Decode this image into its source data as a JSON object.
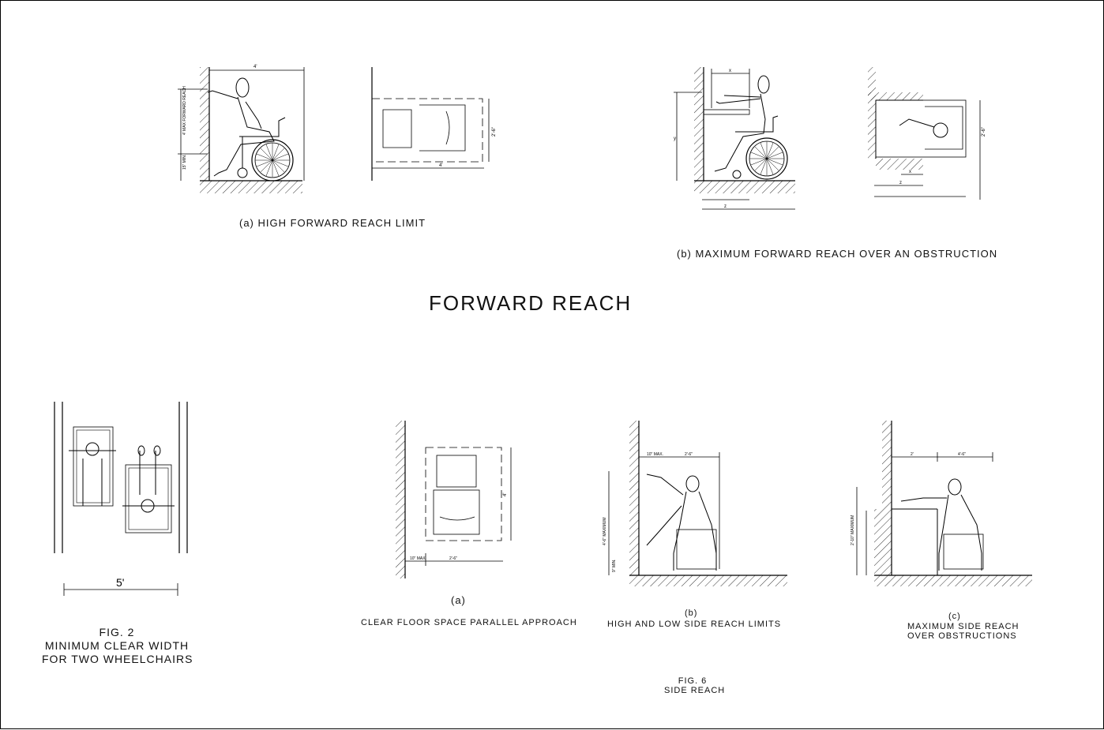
{
  "drawing": {
    "title": "FORWARD REACH",
    "captions": {
      "fr_a": "(a)  HIGH  FORWARD  REACH  LIMIT",
      "fr_b": "(b)  MAXIMUM  FORWARD  REACH  OVER  AN  OBSTRUCTION",
      "fig2_line1": "FIG.  2",
      "fig2_line2": "MINIMUM  CLEAR  WIDTH",
      "fig2_line3": "FOR  TWO  WHEELCHAIRS",
      "sr_a_mark": "(a)",
      "sr_a": "CLEAR  FLOOR  SPACE    PARALLEL  APPROACH",
      "sr_b_mark": "(b)",
      "sr_b": "HIGH  AND  LOW      SIDE  REACH  LIMITS",
      "sr_c_mark": "(c)",
      "sr_c_line1": "MAXIMUM  SIDE  REACH",
      "sr_c_line2": "OVER  OBSTRUCTIONS",
      "fig6_line1": "FIG.  6",
      "fig6_line2": "SIDE  REACH"
    },
    "dims": {
      "d_4ft": "4'",
      "d_48max": "4' MAX FORWARD REACH",
      "d_15min": "15\" MIN.",
      "d_2_6": "2'-6\"",
      "d_x": "x",
      "d_y": "y",
      "d_z": "z",
      "d_5ft": "5'",
      "d_10max": "10\" MAX.",
      "d_54max": "4'-6\" MAXIMUM",
      "d_9min": "9\" MIN.",
      "d_2ft": "2'",
      "d_34max": "2'-10\" MAXIMUM",
      "d_46max": "4'-6\""
    }
  }
}
